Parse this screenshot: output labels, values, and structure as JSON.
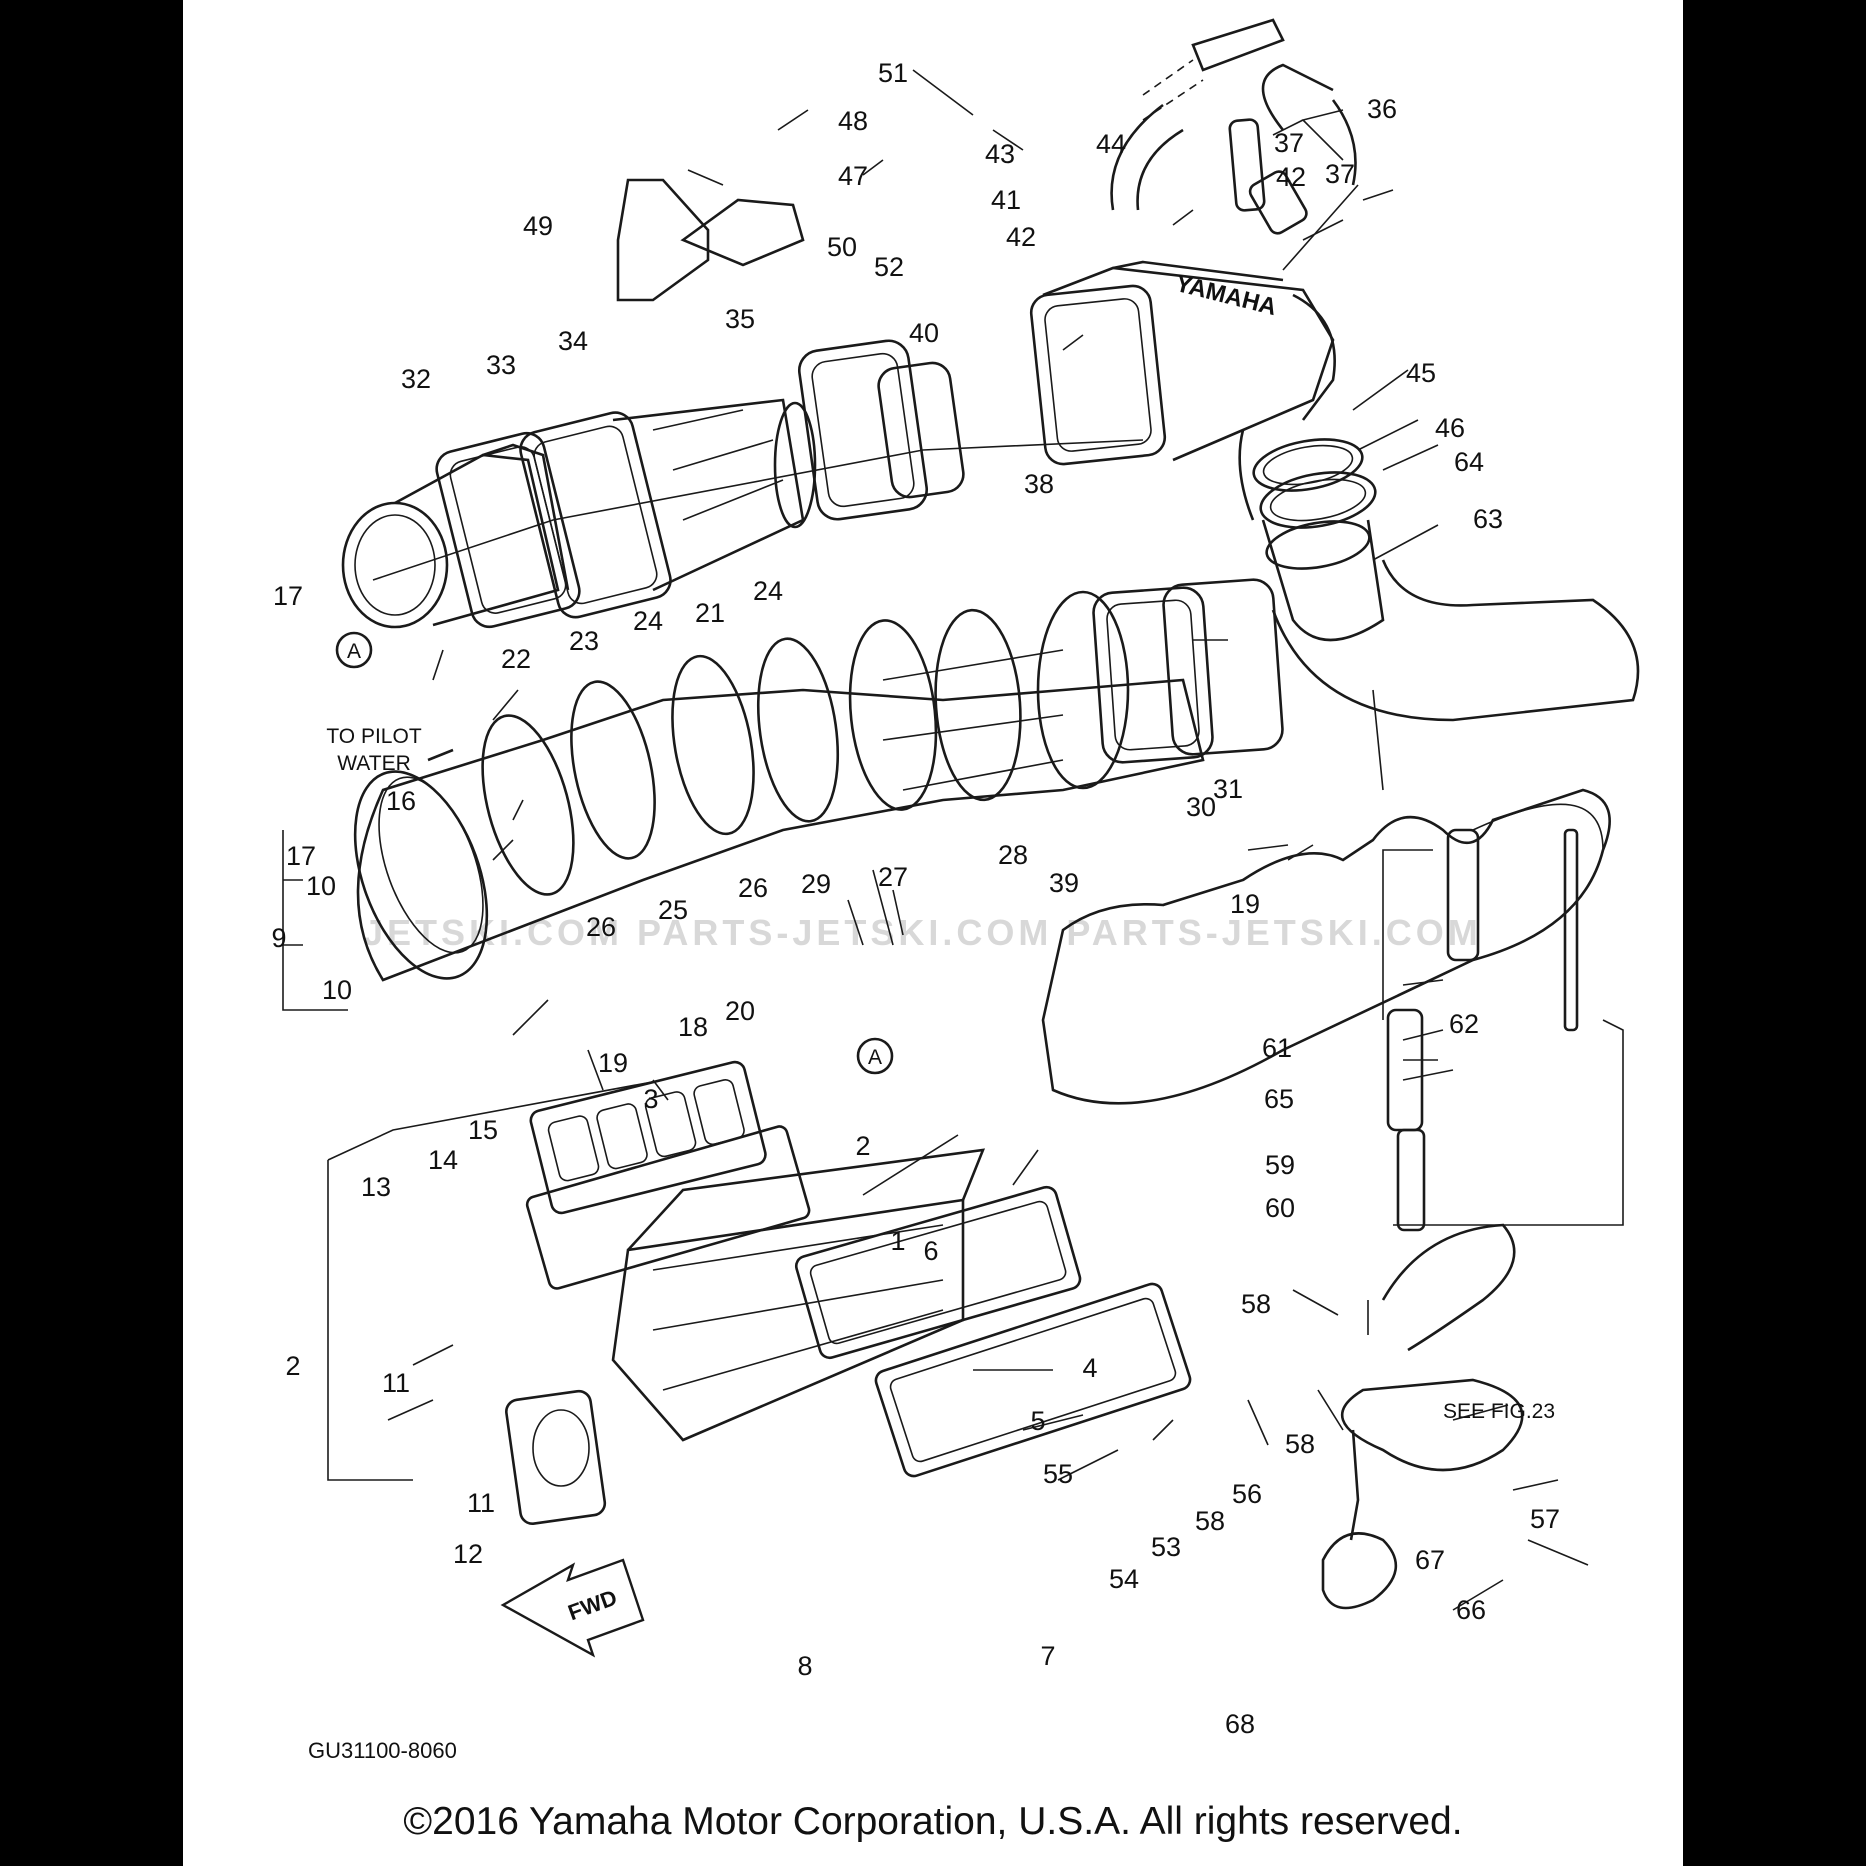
{
  "labels": [
    {
      "id": "1",
      "text": "1"
    },
    {
      "id": "2a",
      "text": "2"
    },
    {
      "id": "2b",
      "text": "2"
    },
    {
      "id": "3",
      "text": "3"
    },
    {
      "id": "4",
      "text": "4"
    },
    {
      "id": "5",
      "text": "5"
    },
    {
      "id": "6",
      "text": "6"
    },
    {
      "id": "7",
      "text": "7"
    },
    {
      "id": "8",
      "text": "8"
    },
    {
      "id": "9",
      "text": "9"
    },
    {
      "id": "10a",
      "text": "10"
    },
    {
      "id": "10b",
      "text": "10"
    },
    {
      "id": "11a",
      "text": "11"
    },
    {
      "id": "11b",
      "text": "11"
    },
    {
      "id": "12",
      "text": "12"
    },
    {
      "id": "13",
      "text": "13"
    },
    {
      "id": "14",
      "text": "14"
    },
    {
      "id": "15",
      "text": "15"
    },
    {
      "id": "16",
      "text": "16"
    },
    {
      "id": "17a",
      "text": "17"
    },
    {
      "id": "17b",
      "text": "17"
    },
    {
      "id": "18",
      "text": "18"
    },
    {
      "id": "19a",
      "text": "19"
    },
    {
      "id": "19b",
      "text": "19"
    },
    {
      "id": "20",
      "text": "20"
    },
    {
      "id": "21",
      "text": "21"
    },
    {
      "id": "22",
      "text": "22"
    },
    {
      "id": "23",
      "text": "23"
    },
    {
      "id": "24a",
      "text": "24"
    },
    {
      "id": "24b",
      "text": "24"
    },
    {
      "id": "25",
      "text": "25"
    },
    {
      "id": "26a",
      "text": "26"
    },
    {
      "id": "26b",
      "text": "26"
    },
    {
      "id": "27",
      "text": "27"
    },
    {
      "id": "28",
      "text": "28"
    },
    {
      "id": "29",
      "text": "29"
    },
    {
      "id": "30",
      "text": "30"
    },
    {
      "id": "31",
      "text": "31"
    },
    {
      "id": "32",
      "text": "32"
    },
    {
      "id": "33",
      "text": "33"
    },
    {
      "id": "34",
      "text": "34"
    },
    {
      "id": "35",
      "text": "35"
    },
    {
      "id": "36",
      "text": "36"
    },
    {
      "id": "37a",
      "text": "37"
    },
    {
      "id": "37b",
      "text": "37"
    },
    {
      "id": "38",
      "text": "38"
    },
    {
      "id": "39",
      "text": "39"
    },
    {
      "id": "40",
      "text": "40"
    },
    {
      "id": "41",
      "text": "41"
    },
    {
      "id": "42a",
      "text": "42"
    },
    {
      "id": "42b",
      "text": "42"
    },
    {
      "id": "43",
      "text": "43"
    },
    {
      "id": "44",
      "text": "44"
    },
    {
      "id": "45",
      "text": "45"
    },
    {
      "id": "46",
      "text": "46"
    },
    {
      "id": "47",
      "text": "47"
    },
    {
      "id": "48",
      "text": "48"
    },
    {
      "id": "49",
      "text": "49"
    },
    {
      "id": "50",
      "text": "50"
    },
    {
      "id": "51",
      "text": "51"
    },
    {
      "id": "52",
      "text": "52"
    },
    {
      "id": "53",
      "text": "53"
    },
    {
      "id": "54",
      "text": "54"
    },
    {
      "id": "55",
      "text": "55"
    },
    {
      "id": "56",
      "text": "56"
    },
    {
      "id": "57",
      "text": "57"
    },
    {
      "id": "58a",
      "text": "58"
    },
    {
      "id": "58b",
      "text": "58"
    },
    {
      "id": "58c",
      "text": "58"
    },
    {
      "id": "59",
      "text": "59"
    },
    {
      "id": "60",
      "text": "60"
    },
    {
      "id": "61",
      "text": "61"
    },
    {
      "id": "62",
      "text": "62"
    },
    {
      "id": "63",
      "text": "63"
    },
    {
      "id": "64",
      "text": "64"
    },
    {
      "id": "65",
      "text": "65"
    },
    {
      "id": "66",
      "text": "66"
    },
    {
      "id": "67",
      "text": "67"
    },
    {
      "id": "68",
      "text": "68"
    }
  ],
  "refs": {
    "a1": "A",
    "a2": "A"
  },
  "notes": {
    "pilot_line1": "TO PILOT",
    "pilot_line2": "WATER",
    "see_fig": "SEE FIG.23",
    "fwd": "FWD",
    "yamaha_mark": "YAMAHA",
    "watermark": "JETSKI.COM  PARTS-JETSKI.COM  PARTS-JETSKI.COM",
    "diagram_code": "GU31100-8060"
  },
  "copyright": "©2016 Yamaha Motor Corporation, U.S.A. All rights reserved."
}
